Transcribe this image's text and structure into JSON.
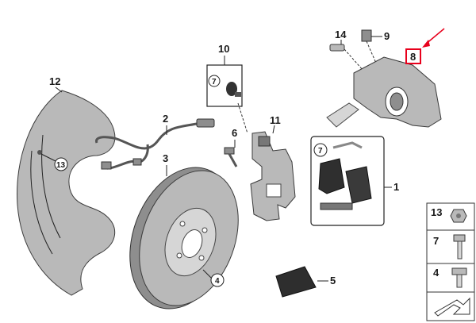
{
  "callouts": {
    "p1": "1",
    "p2": "2",
    "p3": "3",
    "p4": "4",
    "p5": "5",
    "p6": "6",
    "p8": "8",
    "p9": "9",
    "p10": "10",
    "p11": "11",
    "p12": "12",
    "p14": "14"
  },
  "circled": {
    "c13": "13",
    "c4": "4",
    "c7_seal": "7",
    "c7_pads": "7"
  },
  "legend": {
    "r13": "13",
    "r7": "7",
    "r4": "4"
  },
  "colors": {
    "highlight": "#e8001c",
    "part_gray": "#b9b9b9"
  }
}
